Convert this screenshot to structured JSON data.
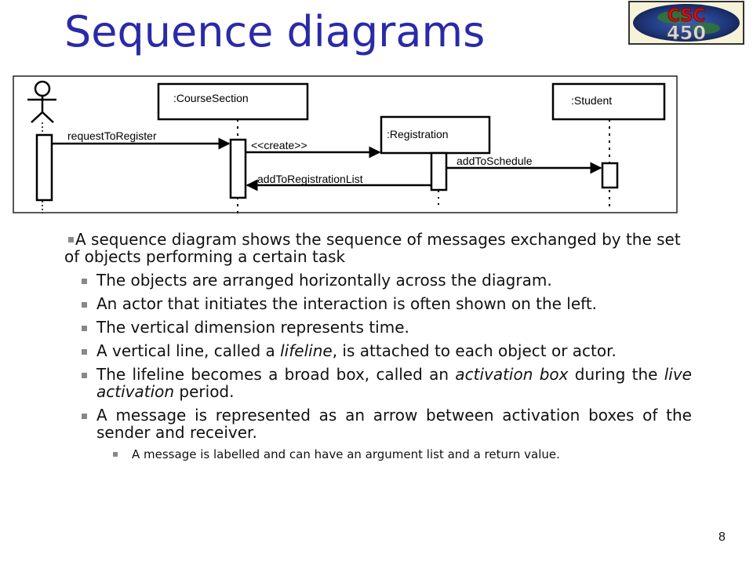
{
  "slide": {
    "title": "Sequence diagrams",
    "page_number": "8",
    "logo": {
      "line1": "CSC",
      "line2": "450"
    }
  },
  "diagram": {
    "objects": {
      "course_section": ":CourseSection",
      "registration": ":Registration",
      "student": ":Student"
    },
    "messages": {
      "m1": "requestToRegister",
      "m2": "<<create>>",
      "m3": "addToSchedule",
      "m4": "addToRegistrationList"
    }
  },
  "bullets": [
    {
      "parts": [
        "A sequence diagram shows the sequence of messages exchanged by the set of objects performing a certain task"
      ]
    },
    {
      "parts": [
        "The objects are arranged horizontally across the diagram."
      ]
    },
    {
      "parts": [
        "An actor that initiates the interaction is often shown on the left."
      ]
    },
    {
      "parts": [
        "The vertical dimension represents time."
      ]
    },
    {
      "parts": [
        "A vertical line, called a ",
        "lifeline",
        ", is attached to each object or actor."
      ]
    },
    {
      "parts": [
        "The lifeline becomes a broad box, called an ",
        "activation box",
        " during the ",
        "live activation",
        " period."
      ]
    },
    {
      "parts": [
        "A message is represented as an arrow between activation boxes of the sender and receiver."
      ]
    },
    {
      "parts": [
        "A message is labelled and can have an argument list and a return value."
      ]
    }
  ]
}
